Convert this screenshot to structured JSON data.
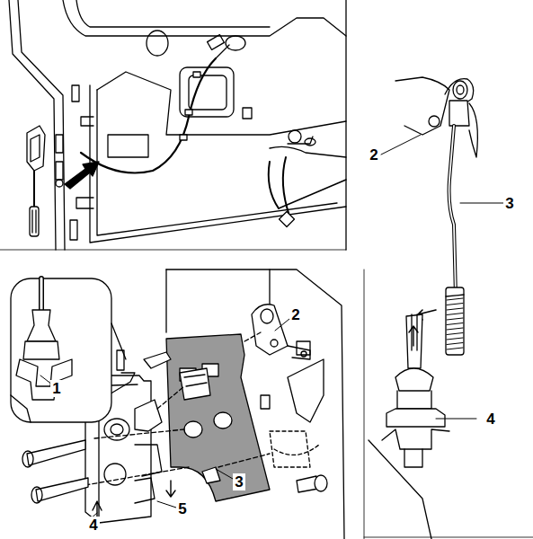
{
  "diagram": {
    "labels": [
      "2",
      "3",
      "2",
      "1",
      "4",
      "3",
      "5",
      "4"
    ]
  }
}
